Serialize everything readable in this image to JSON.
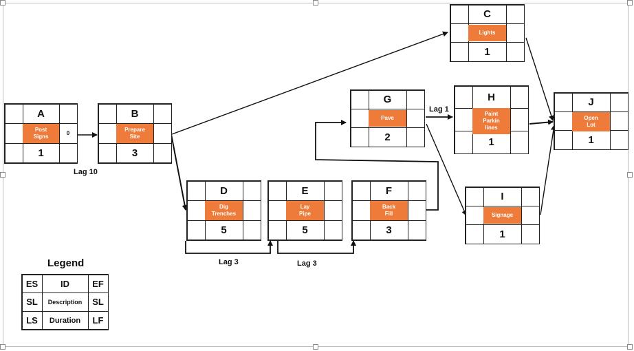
{
  "nodes": {
    "A": {
      "id": "A",
      "description": "Post\nSigns",
      "duration": "1",
      "right_mid": "0"
    },
    "B": {
      "id": "B",
      "description": "Prepare\nSite",
      "duration": "3"
    },
    "C": {
      "id": "C",
      "description": "Lights",
      "duration": "1"
    },
    "D": {
      "id": "D",
      "description": "Dig\nTrenches",
      "duration": "5"
    },
    "E": {
      "id": "E",
      "description": "Lay\nPipe",
      "duration": "5"
    },
    "F": {
      "id": "F",
      "description": "Back\nFill",
      "duration": "3"
    },
    "G": {
      "id": "G",
      "description": "Pave",
      "duration": "2"
    },
    "H": {
      "id": "H",
      "description": "Paint\nParkin\nlines",
      "duration": "1"
    },
    "I": {
      "id": "I",
      "description": "Signage",
      "duration": "1"
    },
    "J": {
      "id": "J",
      "description": "Open\nLot",
      "duration": "1"
    }
  },
  "lags": {
    "a_b": "Lag 10",
    "d_e": "Lag 3",
    "e_f": "Lag 3",
    "g_h": "Lag 1"
  },
  "legend": {
    "title": "Legend",
    "es": "ES",
    "id": "ID",
    "ef": "EF",
    "sl_left": "SL",
    "description": "Description",
    "sl_right": "SL",
    "ls": "LS",
    "duration": "Duration",
    "lf": "LF"
  },
  "colors": {
    "description_fill": "#ee7b3a",
    "line": "#111111"
  }
}
